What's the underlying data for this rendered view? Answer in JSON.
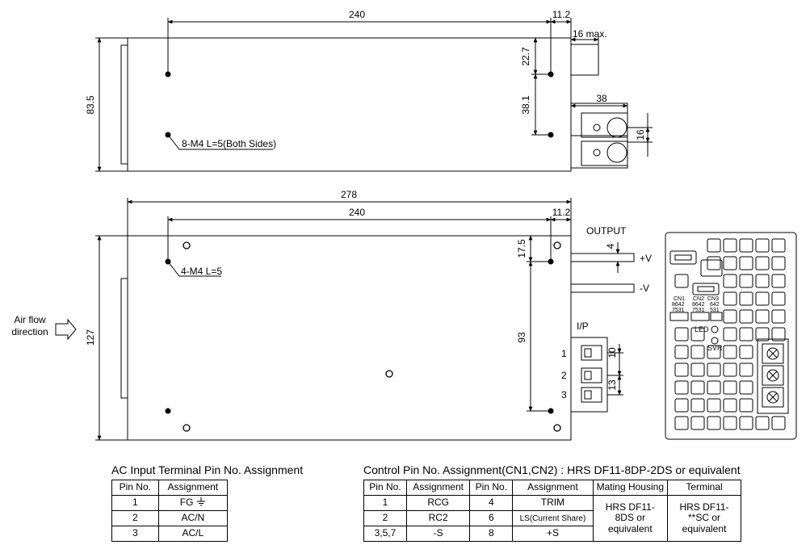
{
  "top_view": {
    "dim_length": "240",
    "dim_offset_right": "11.2",
    "dim_connector_max": "16 max.",
    "dim_height": "83.5",
    "dim_upper_hole": "22.7",
    "dim_hole_spacing": "38.1",
    "dim_terminal_depth": "38",
    "dim_terminal_pitch": "16",
    "hole_note": "8-M4 L=5(Both Sides)"
  },
  "front_view": {
    "dim_total_length": "278",
    "dim_length": "240",
    "dim_offset_right": "11.2",
    "dim_height": "127",
    "dim_upper_hole": "17.5",
    "dim_hole_spacing": "93",
    "dim_bar_thickness": "4",
    "dim_ip_pitch_1": "10",
    "dim_ip_pitch_2": "13",
    "hole_note": "4-M4 L=5",
    "airflow_label_1": "Air flow",
    "airflow_label_2": "direction",
    "output_label": "OUTPUT",
    "out_plus": "+V",
    "out_minus": "-V",
    "ip_label": "I/P",
    "ip_pins": [
      "1",
      "2",
      "3"
    ]
  },
  "panel_view": {
    "cn1": "CN1",
    "cn2": "CN2",
    "cn3": "CN3",
    "cn1_top": "8642",
    "cn1_bottom": "7531",
    "cn2_top": "8642",
    "cn2_bottom": "7531",
    "cn3_top": "642",
    "cn3_bottom": "531",
    "led": "LED",
    "svr": "SVR"
  },
  "ac_table": {
    "title": "AC Input Terminal Pin No.  Assignment",
    "headers": [
      "Pin No.",
      "Assignment"
    ],
    "rows": [
      [
        "1",
        "FG"
      ],
      [
        "2",
        "AC/N"
      ],
      [
        "3",
        "AC/L"
      ]
    ],
    "fg_icon": "ground-icon"
  },
  "control_table": {
    "title": "Control Pin No. Assignment(CN1,CN2) : HRS DF11-8DP-2DS or equivalent",
    "headers": [
      "Pin No.",
      "Assignment",
      "Pin No.",
      "Assignment",
      "Mating Housing",
      "Terminal"
    ],
    "rows": [
      [
        "1",
        "RCG",
        "4",
        "TRIM"
      ],
      [
        "2",
        "RC2",
        "6",
        "LS(Current Share)"
      ],
      [
        "3,5,7",
        "-S",
        "8",
        "+S"
      ]
    ],
    "mating_housing": "HRS DF11-8DS or equivalent",
    "terminal": "HRS DF11-**SC or equivalent"
  }
}
